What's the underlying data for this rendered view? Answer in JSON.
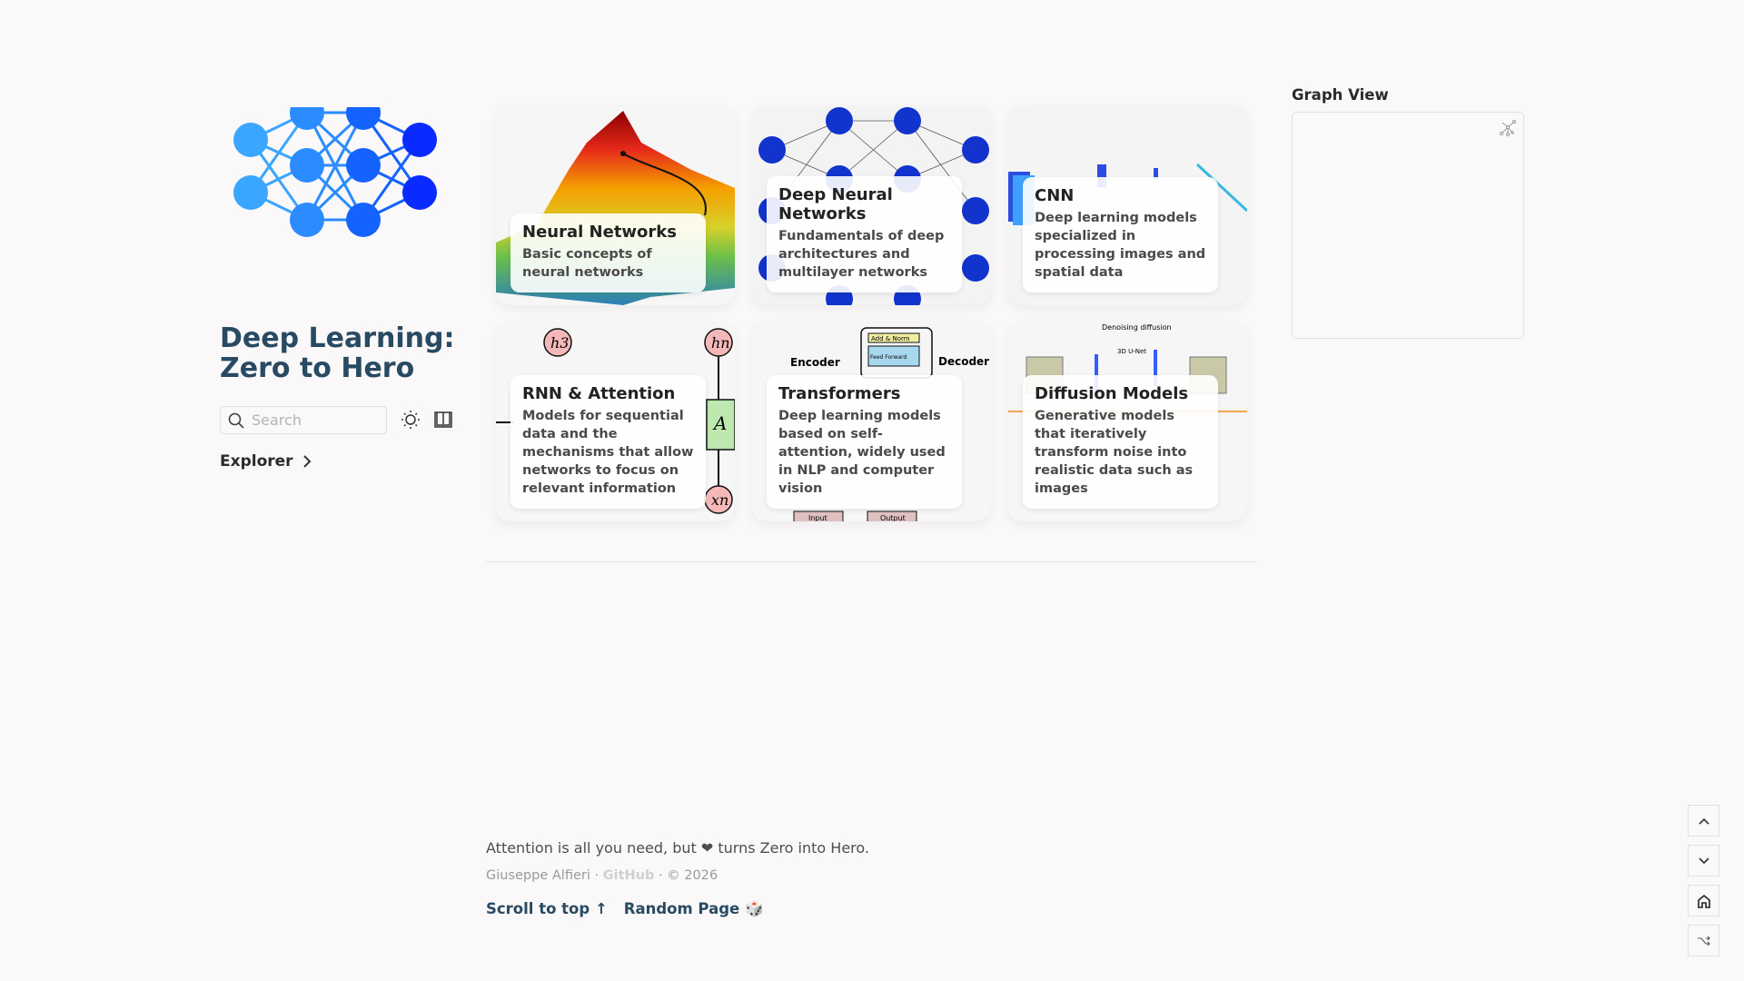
{
  "site": {
    "title": "Deep Learning: Zero to Hero"
  },
  "search": {
    "placeholder": "Search"
  },
  "explorer": {
    "label": "Explorer"
  },
  "cards": [
    {
      "title": "Neural Networks",
      "description": "Basic concepts of neural networks"
    },
    {
      "title": "Deep Neural Networks",
      "description": "Fundamentals of deep architectures and multilayer networks"
    },
    {
      "title": "CNN",
      "description": "Deep learning models specialized in processing images and spatial data"
    },
    {
      "title": "RNN & Attention",
      "description": "Models for sequential data and the mechanisms that allow networks to focus on relevant information"
    },
    {
      "title": "Transformers",
      "description": "Deep learning models based on self-attention, widely used in NLP and computer vision"
    },
    {
      "title": "Diffusion Models",
      "description": "Generative models that iteratively transform noise into realistic data such as images"
    }
  ],
  "card_image_labels": {
    "rnn": [
      "h3",
      "hn",
      "A",
      "xn"
    ],
    "transformer": [
      "Encoder",
      "Decoder",
      "Add & Norm",
      "Feed Forward",
      "Input",
      "Output"
    ],
    "diffusion": [
      "Denoising diffusion",
      "3D U-Net"
    ]
  },
  "footer": {
    "quote": "Attention is all you need, but ❤ turns Zero into Hero.",
    "author": "Giuseppe Alfieri",
    "github": "GitHub",
    "copyright": "© 2026",
    "scroll_top": "Scroll to top ↑",
    "random_page": "Random Page 🎲"
  },
  "graph": {
    "title": "Graph View"
  },
  "colors": {
    "accent": "#284b63",
    "background": "#faf8f8"
  },
  "icons": [
    "search-icon",
    "sun-icon",
    "book-icon",
    "chevron-right-icon",
    "graph-expand-icon",
    "chevron-up-icon",
    "chevron-down-icon",
    "home-icon",
    "shuffle-icon"
  ]
}
